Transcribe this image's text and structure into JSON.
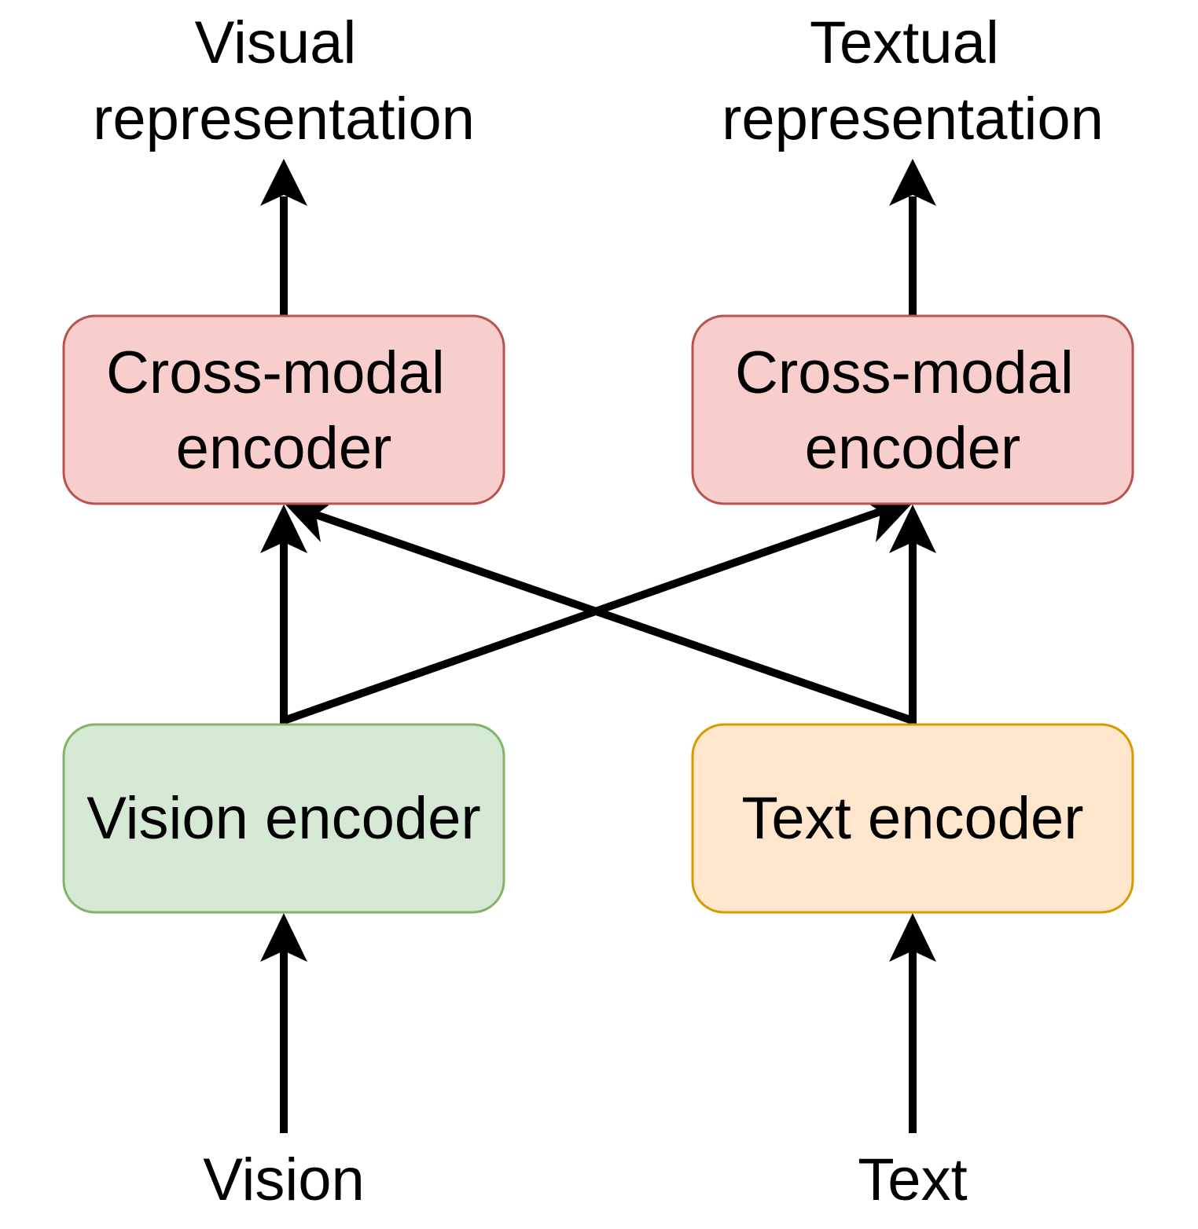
{
  "labels": {
    "visual_output": [
      "Visual",
      "representation"
    ],
    "textual_output": [
      "Textual",
      "representation"
    ],
    "vision_input": "Vision",
    "text_input": "Text"
  },
  "boxes": {
    "cross_modal_left": {
      "lines": [
        "Cross-modal",
        "encoder"
      ],
      "fill": "#f8cecc",
      "stroke": "#b85450"
    },
    "cross_modal_right": {
      "lines": [
        "Cross-modal",
        "encoder"
      ],
      "fill": "#f8cecc",
      "stroke": "#b85450"
    },
    "vision_encoder": {
      "lines": [
        "Vision encoder"
      ],
      "fill": "#d5e8d4",
      "stroke": "#82b366"
    },
    "text_encoder": {
      "lines": [
        "Text encoder"
      ],
      "fill": "#ffe6cc",
      "stroke": "#d79b00"
    }
  },
  "colors": {
    "arrow": "#000000",
    "background": "#ffffff"
  }
}
